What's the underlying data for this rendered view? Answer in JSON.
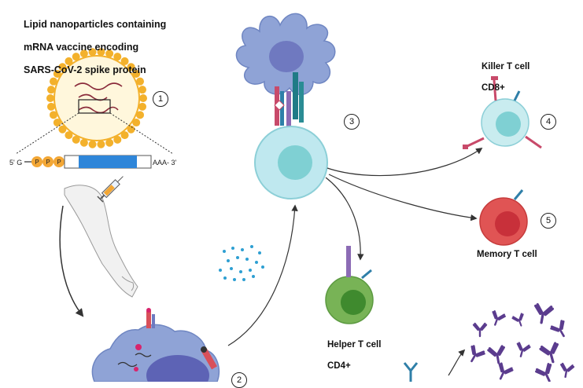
{
  "title_lines": [
    "Lipid nanoparticles containing",
    "mRNA vaccine encoding",
    "SARS-CoV-2 spike protein"
  ],
  "mrna": {
    "five_prime": "5' G",
    "cap": [
      "P",
      "P",
      "P"
    ],
    "three_prime": "AAA- 3'"
  },
  "steps": [
    "1",
    "2",
    "3",
    "4",
    "5"
  ],
  "labels": {
    "killer_t": [
      "Killer T cell",
      "CD8+"
    ],
    "memory_t": "Memory T cell",
    "helper_t": [
      "Helper T cell",
      "CD4+"
    ]
  },
  "colors": {
    "lipid_head": "#f3b12c",
    "mrna_band": "#2f86d9",
    "dendritic_cell": "#8fa3d6",
    "dendritic_nucleus": "#6f79c0",
    "naive_t_cell": "#bfe8ef",
    "naive_t_nucleus": "#7fd0d3",
    "killer_t_cell": "#c9ecef",
    "memory_t_cell": "#e05454",
    "helper_t_cell": "#78b356",
    "antibody": "#5b3c8e",
    "cytokine_dots": "#2e9fd2"
  }
}
